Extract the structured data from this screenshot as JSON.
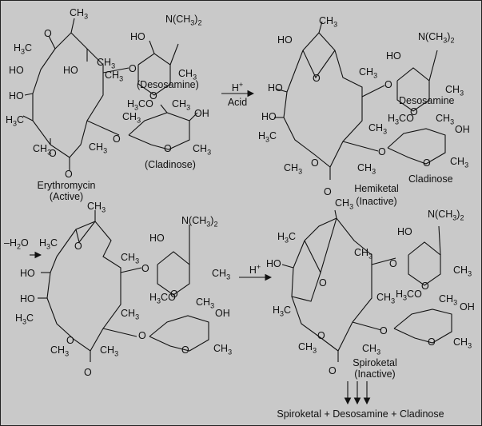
{
  "compounds": {
    "erythromycin": {
      "name": "Erythromycin",
      "state": "(Active)"
    },
    "hemiketal": {
      "name": "Hemiketal",
      "state": "(Inactive)"
    },
    "spiroketal": {
      "name": "Spiroketal",
      "state": "(Inactive)"
    }
  },
  "sugars": {
    "desosamine_paren": "(Desosamine)",
    "cladinose_paren": "(Cladinose)",
    "desosamine": "Desosamine",
    "cladinose": "Cladinose"
  },
  "arrows": {
    "step1_top": "H+",
    "step1_bottom": "Acid",
    "step2": "–H2O",
    "step3": "H+"
  },
  "products": "Spiroketal + Desosamine + Cladinose",
  "groups": {
    "ch3": "CH3",
    "h3c": "H3C",
    "ho": "HO",
    "oh": "OH",
    "o": "O",
    "nme2": "N(CH3)2",
    "h3co": "H3CO"
  }
}
